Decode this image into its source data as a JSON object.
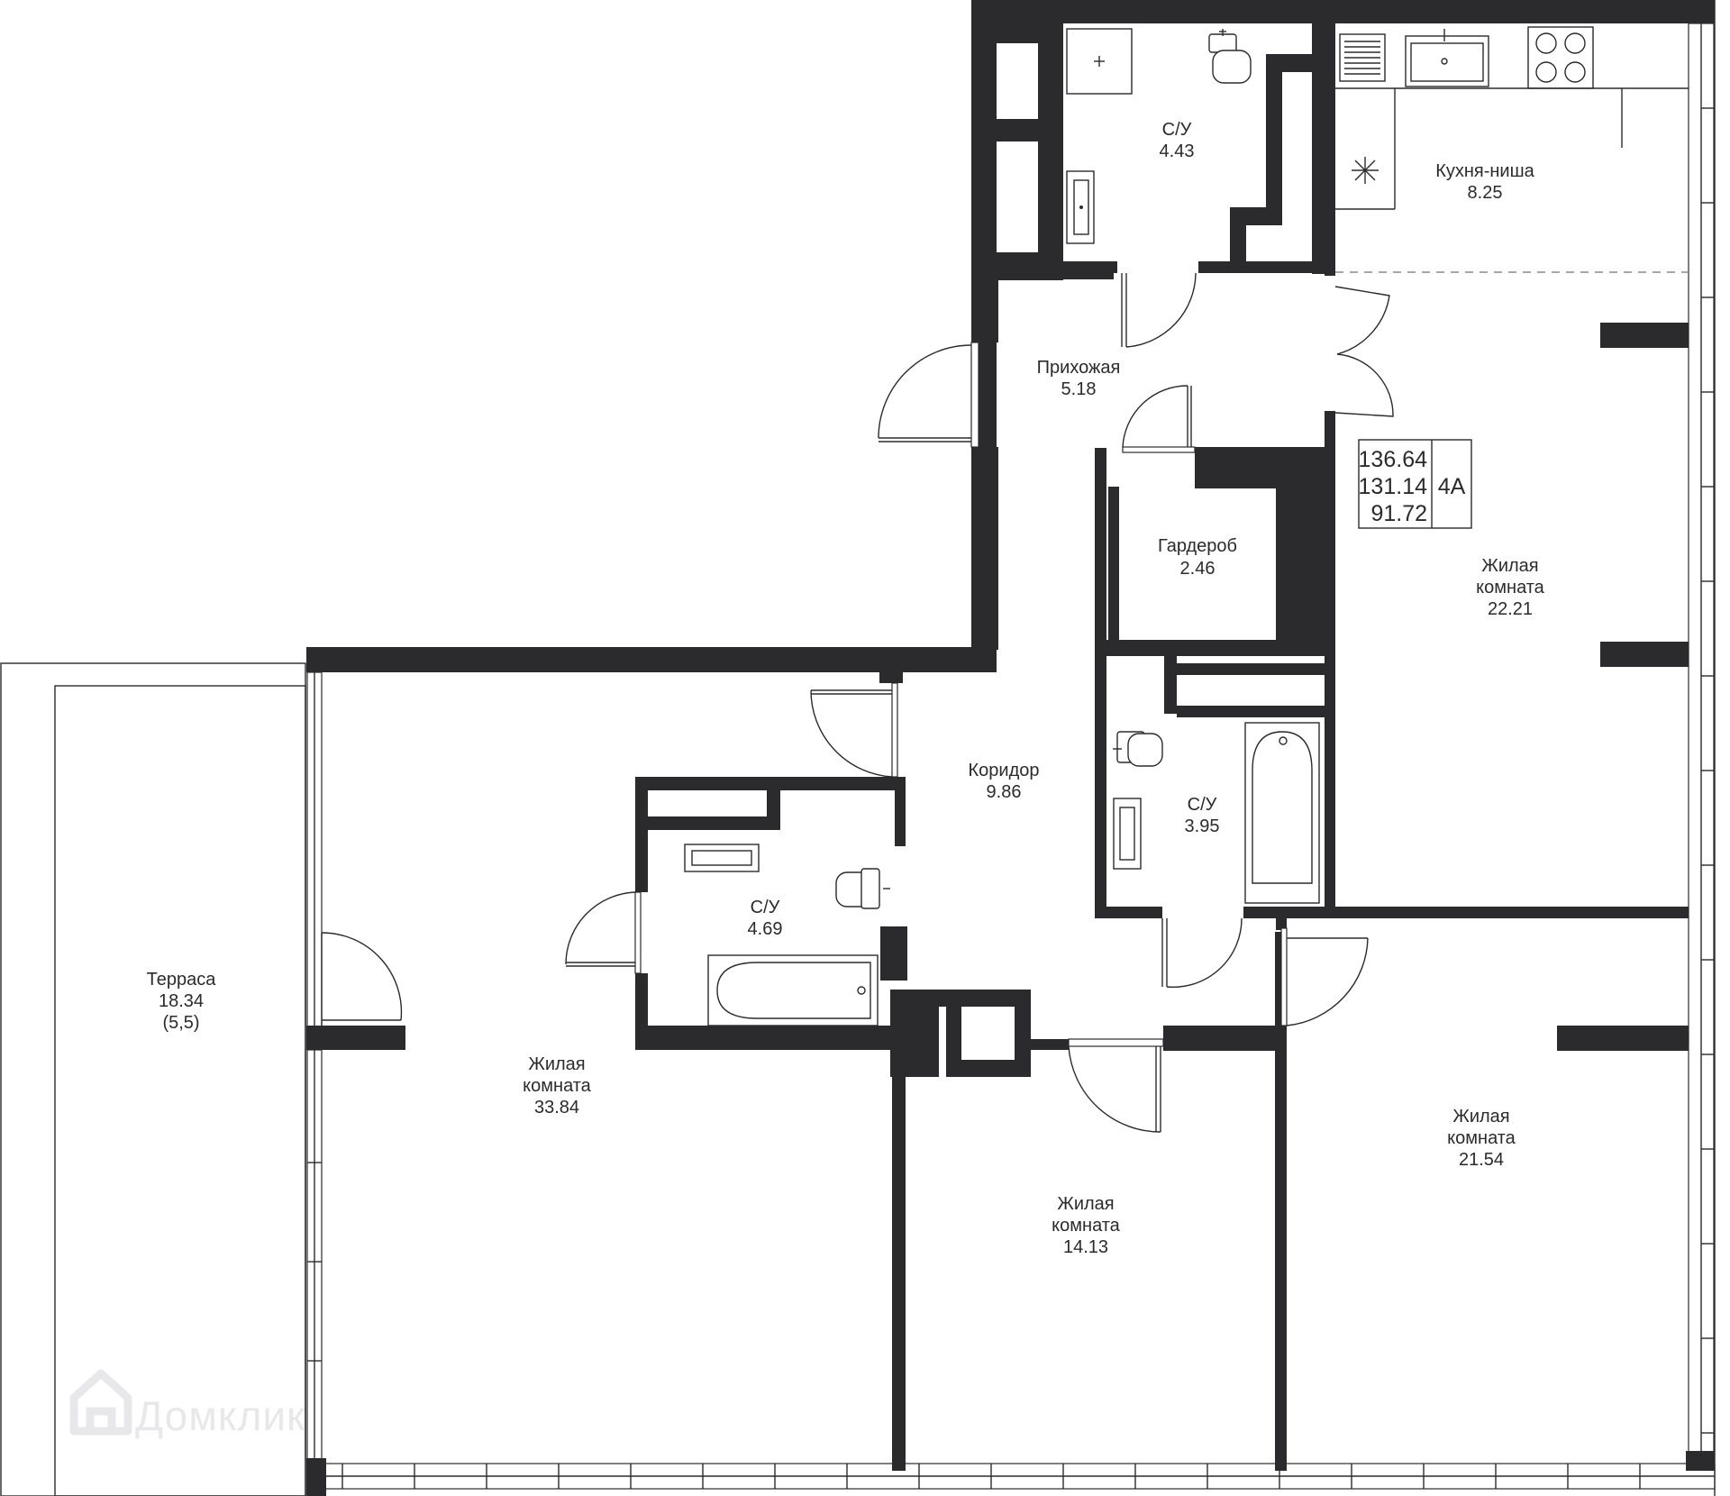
{
  "rooms": {
    "bathroom_top": {
      "name": "С/У",
      "area": "4.43"
    },
    "kitchen": {
      "name": "Кухня-ниша",
      "area": "8.25"
    },
    "hallway": {
      "name": "Прихожая",
      "area": "5.18"
    },
    "wardrobe": {
      "name": "Гардероб",
      "area": "2.46"
    },
    "living_east": {
      "name": [
        "Жилая",
        "комната"
      ],
      "area": "22.21"
    },
    "bathroom_mid": {
      "name": "С/У",
      "area": "3.95"
    },
    "corridor": {
      "name": "Коридор",
      "area": "9.86"
    },
    "bathroom_west": {
      "name": "С/У",
      "area": "4.69"
    },
    "terrace": {
      "name": "Терраса",
      "area": "18.34",
      "note": "(5,5)"
    },
    "living_west": {
      "name": [
        "Жилая",
        "комната"
      ],
      "area": "33.84"
    },
    "living_center": {
      "name": [
        "Жилая",
        "комната"
      ],
      "area": "14.13"
    },
    "living_southeast": {
      "name": [
        "Жилая",
        "комната"
      ],
      "area": "21.54"
    }
  },
  "summary": {
    "total_area": "136.64",
    "area_without_terrace": "131.14",
    "living_area": "91.72",
    "apartment_type": "4А"
  },
  "watermark": {
    "text": "Домклик",
    "icon": "house-logo-icon"
  },
  "colors": {
    "wall": "#2b2b2d",
    "background": "#ffffff",
    "watermark": "#e8e8ea"
  }
}
